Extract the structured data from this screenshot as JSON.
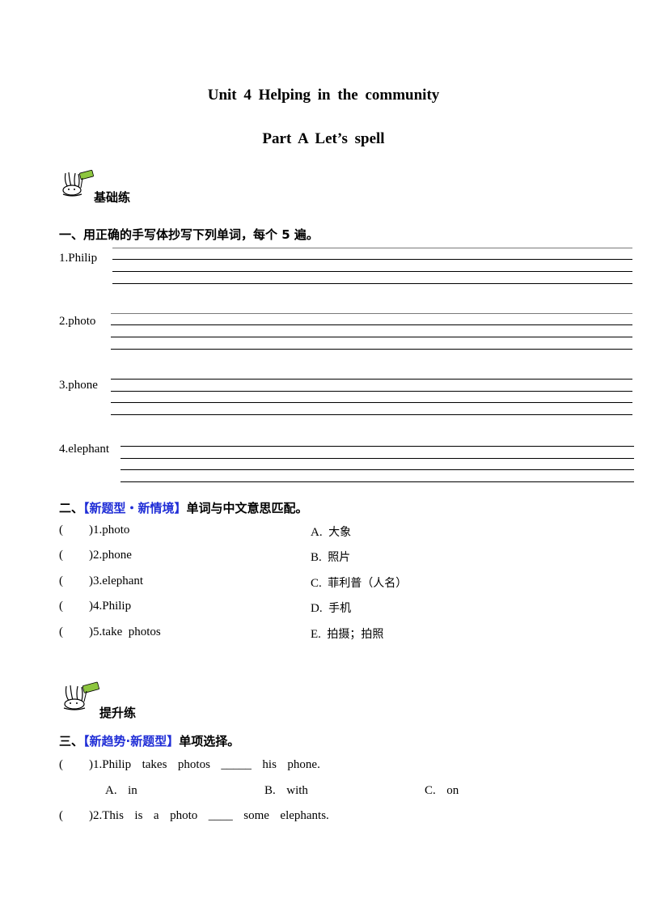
{
  "title": "Unit  4  Helping  in  the  community",
  "subtitle": "Part A Let’s  spell",
  "level_basic": {
    "label": "基础练",
    "icon": "bunny-icon",
    "sign": "Sign"
  },
  "section1": {
    "heading": "一、用正确的手写体抄写下列单词，每个 5 遍。",
    "words": [
      "1.Philip",
      "2.photo",
      "3.phone",
      "4.elephant"
    ]
  },
  "section2": {
    "prefix": "二、",
    "tag": "【新题型・新情境】",
    "suffix": "单词与中文意思匹配。",
    "items": [
      {
        "paren": "(",
        "close": ")1.photo",
        "opt_letter": "A.",
        "opt_text": "大象"
      },
      {
        "paren": "(",
        "close": ")2.phone",
        "opt_letter": "B.",
        "opt_text": "照片"
      },
      {
        "paren": "(",
        "close": ")3.elephant",
        "opt_letter": "C.",
        "opt_text": "菲利普（人名）"
      },
      {
        "paren": "(",
        "close": ")4.Philip",
        "opt_letter": "D.",
        "opt_text": "手机"
      },
      {
        "paren": "(",
        "close": ")5.take  photos",
        "opt_letter": "E.",
        "opt_text": "拍摄；拍照"
      }
    ]
  },
  "level_advanced": {
    "label": "提升练",
    "icon": "bunny-icon",
    "sign": "Sign"
  },
  "section3": {
    "prefix": "三、",
    "tag": "【新趋势·新题型】",
    "suffix": "单项选择。",
    "q1": {
      "paren": "(",
      "text": ")1.Philip  takes  photos  _____  his  phone.",
      "options": [
        "A.  in",
        "B.  with",
        "C.  on"
      ]
    },
    "q2": {
      "paren": "(",
      "text": ")2.This  is  a  photo  ____  some  elephants."
    }
  }
}
